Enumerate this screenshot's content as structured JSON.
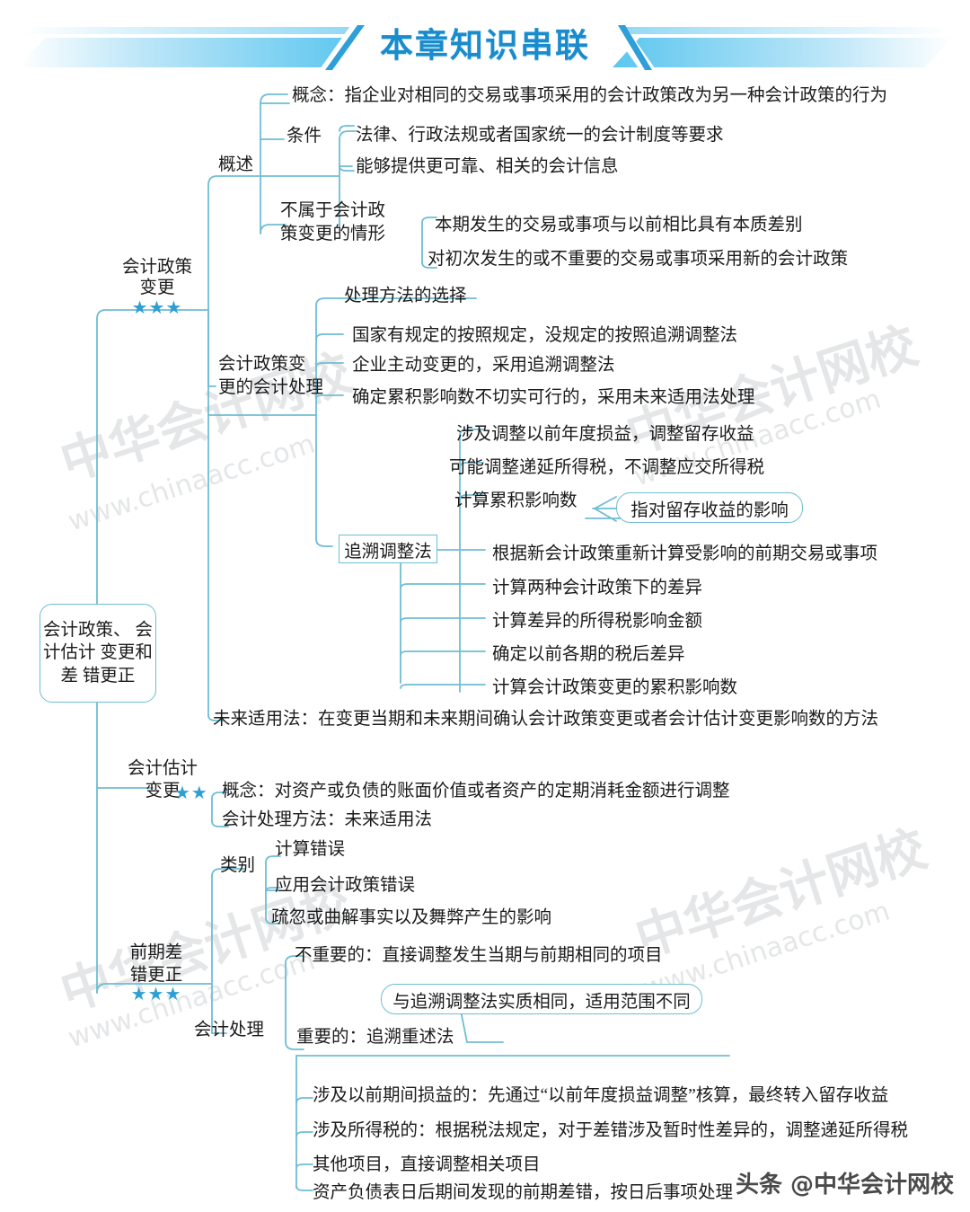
{
  "header": {
    "title": "本章知识串联",
    "accent_color": "#1a8ccd",
    "banner_fill": "#7fd0f0"
  },
  "theme": {
    "line_color": "#6fbdd4",
    "star_color": "#2e9fd4",
    "text_color": "#1b1b1b",
    "background": "#ffffff"
  },
  "watermarks": {
    "brand_cn": "中华会计网校",
    "brand_url": "www.chinaacc.com",
    "footer": "头条 @中华会计网校"
  },
  "root": {
    "label": "会计政策、\n会计估计\n变更和差\n错更正"
  },
  "branches": [
    {
      "id": "accounting-policy-change",
      "label": "会计政策\n变更",
      "stars": "★★★",
      "star_count": 3,
      "children": [
        {
          "id": "overview",
          "label": "概述",
          "items": [
            {
              "label": "概念：指企业对相同的交易或事项采用的会计政策改为另一种会计政策的行为"
            },
            {
              "label": "条件",
              "items": [
                {
                  "label": "法律、行政法规或者国家统一的会计制度等要求"
                },
                {
                  "label": "能够提供更可靠、相关的会计信息"
                }
              ]
            },
            {
              "label": "不属于会计政\n策变更的情形",
              "items": [
                {
                  "label": "本期发生的交易或事项与以前相比具有本质差别"
                },
                {
                  "label": "对初次发生的或不重要的交易或事项采用新的会计政策"
                }
              ]
            }
          ]
        },
        {
          "id": "policy-change-treatment",
          "label": "会计政策变\n更的会计处理",
          "items": [
            {
              "label": "处理方法的选择",
              "items": [
                {
                  "label": "国家有规定的按照规定，没规定的按照追溯调整法"
                },
                {
                  "label": "企业主动变更的，采用追溯调整法"
                },
                {
                  "label": "确定累积影响数不切实可行的，采用未来适用法处理"
                }
              ]
            },
            {
              "label": "追溯调整法",
              "boxed": true,
              "items": [
                {
                  "label": "涉及调整以前年度损益，调整留存收益"
                },
                {
                  "label": "可能调整递延所得税，不调整应交所得税"
                },
                {
                  "label": "计算累积影响数",
                  "callout": "指对留存收益的影响"
                },
                {
                  "label": "根据新会计政策重新计算受影响的前期交易或事项"
                },
                {
                  "label": "计算两种会计政策下的差异"
                },
                {
                  "label": "计算差异的所得税影响金额"
                },
                {
                  "label": "确定以前各期的税后差异"
                },
                {
                  "label": "计算会计政策变更的累积影响数"
                }
              ]
            }
          ]
        },
        {
          "id": "prospective-method",
          "label": "未来适用法：在变更当期和未来期间确认会计政策变更或者会计估计变更影响数的方法"
        }
      ]
    },
    {
      "id": "accounting-estimate-change",
      "label": "会计估计\n变更",
      "stars": "★★",
      "star_count": 2,
      "items": [
        {
          "label": "概念：对资产或负债的账面价值或者资产的定期消耗金额进行调整"
        },
        {
          "label": "会计处理方法：未来适用法"
        }
      ]
    },
    {
      "id": "prior-period-error-correction",
      "label": "前期差\n错更正",
      "stars": "★★★",
      "star_count": 3,
      "children": [
        {
          "id": "error-categories",
          "label": "类别",
          "items": [
            {
              "label": "计算错误"
            },
            {
              "label": "应用会计政策错误"
            },
            {
              "label": "疏忽或曲解事实以及舞弊产生的影响"
            }
          ]
        },
        {
          "id": "error-treatment",
          "label": "会计处理",
          "items": [
            {
              "label": "不重要的：直接调整发生当期与前期相同的项目"
            },
            {
              "label": "重要的：追溯重述法",
              "callout": "与追溯调整法实质相同，适用范围不同"
            },
            {
              "label": "涉及以前期间损益的：先通过“以前年度损益调整”核算，最终转入留存收益"
            },
            {
              "label": "涉及所得税的：根据税法规定，对于差错涉及暂时性差异的，调整递延所得税"
            },
            {
              "label": "其他项目，直接调整相关项目"
            },
            {
              "label": "资产负债表日后期间发现的前期差错，按日后事项处理"
            }
          ]
        }
      ]
    }
  ]
}
